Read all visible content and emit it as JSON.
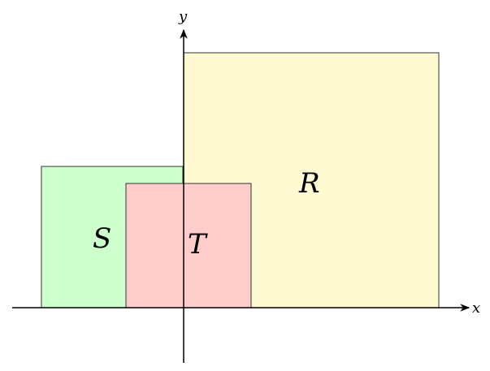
{
  "axes": {
    "x_label": "x",
    "y_label": "y"
  },
  "regions": [
    {
      "id": "R",
      "label": "R",
      "color": "#fffad2"
    },
    {
      "id": "S",
      "label": "S",
      "color": "#ccffcc"
    },
    {
      "id": "T",
      "label": "T",
      "color": "#ffcccc"
    }
  ]
}
